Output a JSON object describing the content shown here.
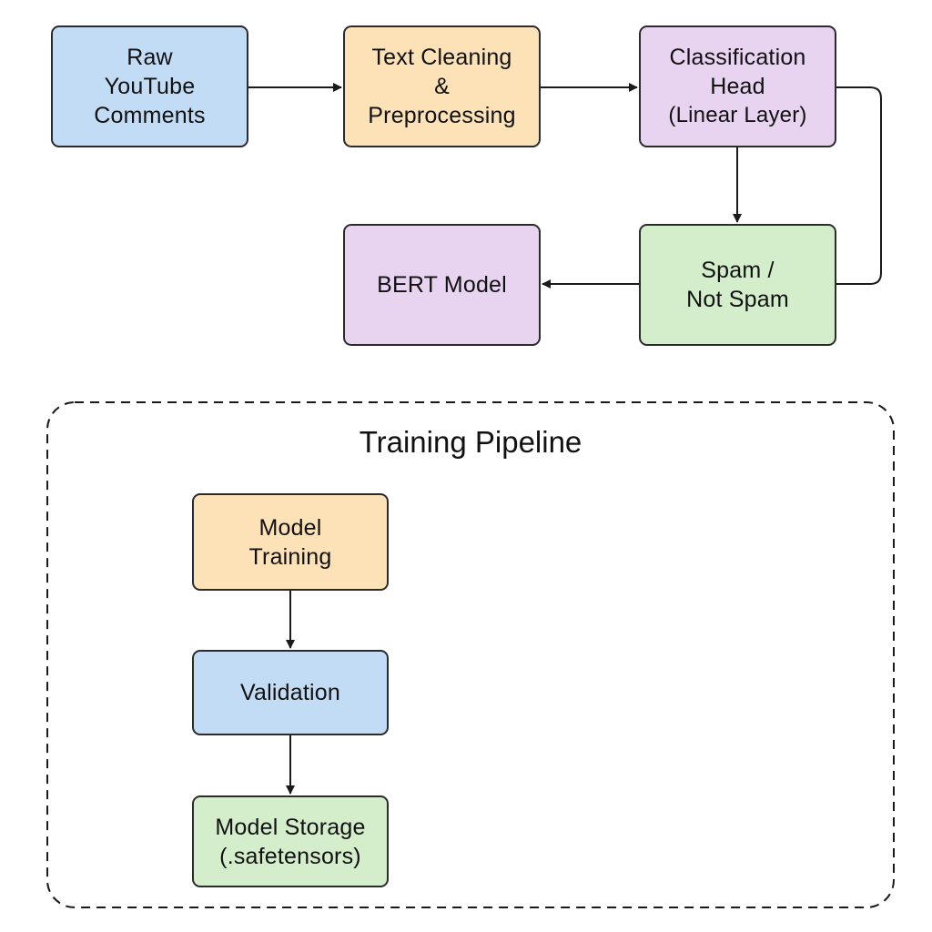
{
  "diagram": {
    "nodes": {
      "raw_comments": {
        "lines": [
          "Raw",
          "YouTube",
          "Comments"
        ],
        "color": "#c3dcf5"
      },
      "text_cleaning": {
        "lines": [
          "Text Cleaning",
          "&",
          "Preprocessing"
        ],
        "color": "#fde2b8"
      },
      "classification_head": {
        "lines": [
          "Classification",
          "Head",
          "(Linear Layer)"
        ],
        "color": "#e8d4f1"
      },
      "bert_model": {
        "lines": [
          "BERT Model"
        ],
        "color": "#e8d4f1"
      },
      "spam_output": {
        "lines": [
          "Spam /",
          "Not Spam"
        ],
        "color": "#d4eecb"
      }
    },
    "edges": [
      {
        "from": "Raw YouTube Comments",
        "to": "Text Cleaning & Preprocessing"
      },
      {
        "from": "Text Cleaning & Preprocessing",
        "to": "Classification Head (Linear Layer)"
      },
      {
        "from": "Classification Head (Linear Layer)",
        "to": "Spam / Not Spam"
      },
      {
        "from": "Classification Head (Linear Layer)",
        "to": "Spam / Not Spam"
      },
      {
        "from": "Spam / Not Spam",
        "to": "BERT Model"
      }
    ]
  },
  "training_pipeline": {
    "title": "Training Pipeline",
    "nodes": {
      "model_training": {
        "lines": [
          "Model",
          "Training"
        ],
        "color": "#fde2b8"
      },
      "validation": {
        "lines": [
          "Validation"
        ],
        "color": "#c3dcf5"
      },
      "model_storage": {
        "lines": [
          "Model Storage",
          "(.safetensors)"
        ],
        "color": "#d4eecb"
      }
    },
    "edges": [
      {
        "from": "Model Training",
        "to": "Validation"
      },
      {
        "from": "Validation",
        "to": "Model Storage (.safetensors)"
      }
    ]
  }
}
